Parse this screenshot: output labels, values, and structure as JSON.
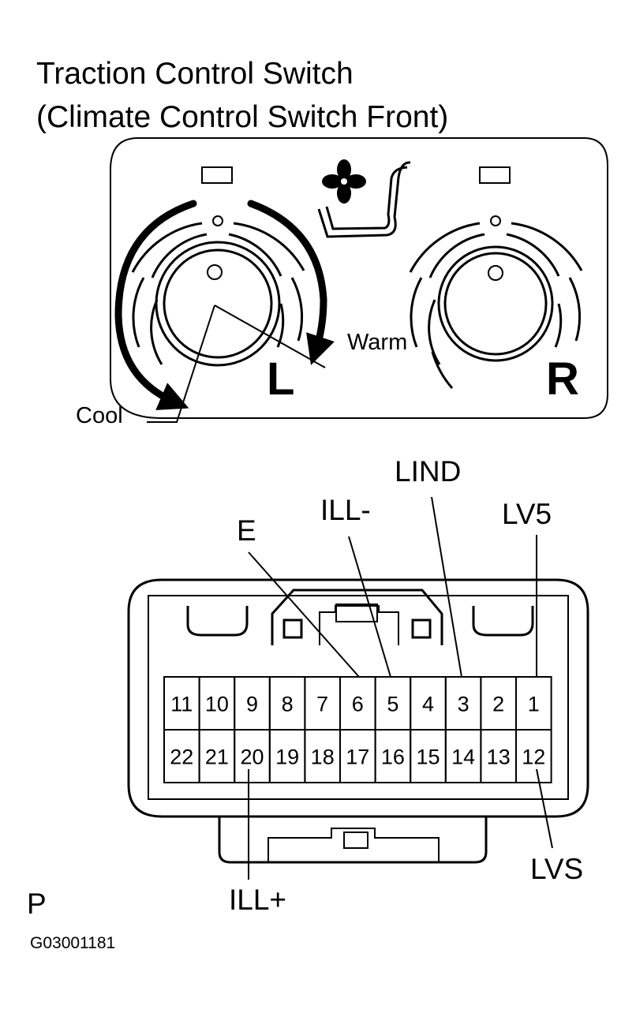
{
  "title": {
    "line1": "Traction Control Switch",
    "line2": "(Climate Control Switch Front)"
  },
  "switch_panel": {
    "left_knob_letter": "L",
    "right_knob_letter": "R",
    "warm_label": "Warm",
    "cool_label": "Cool",
    "center_icon": "seat-fan-icon"
  },
  "connector": {
    "top_row": [
      "11",
      "10",
      "9",
      "8",
      "7",
      "6",
      "5",
      "4",
      "3",
      "2",
      "1"
    ],
    "bottom_row": [
      "22",
      "21",
      "20",
      "19",
      "18",
      "17",
      "16",
      "15",
      "14",
      "13",
      "12"
    ],
    "terminal_labels": {
      "e": "E",
      "ill_minus": "ILL-",
      "lind": "LIND",
      "lv5": "LV5",
      "ill_plus": "ILL+",
      "lvs": "LVS"
    }
  },
  "footer": {
    "view_letter": "P",
    "figure_id": "G03001181"
  }
}
